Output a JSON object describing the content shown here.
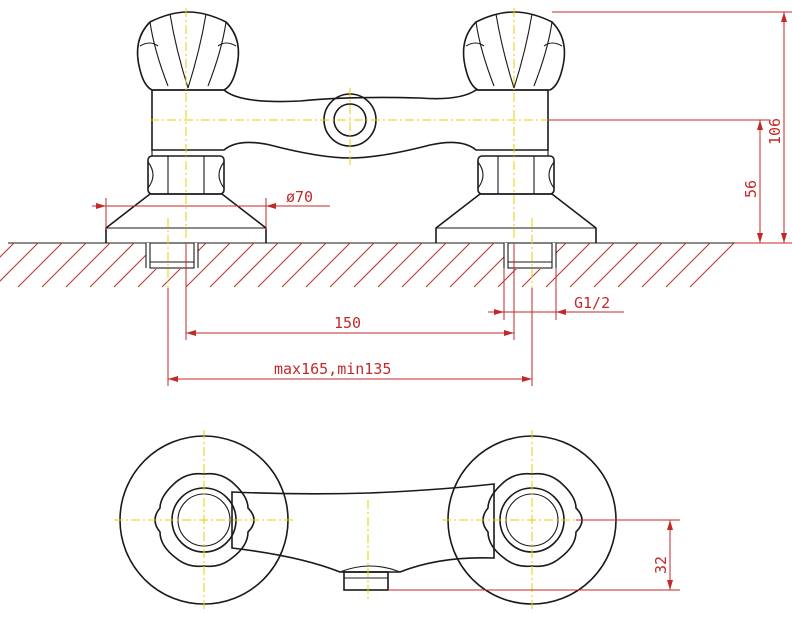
{
  "drawing": {
    "dimensions": {
      "diameter": "ø70",
      "height_total": "106",
      "height_axis": "56",
      "thread": "G1/2",
      "centers": "150",
      "range": "max165,min135",
      "depth": "32"
    },
    "colors": {
      "outline": "#1a1a1a",
      "dimension": "#c22a2a",
      "centerline": "#e6d200"
    }
  }
}
